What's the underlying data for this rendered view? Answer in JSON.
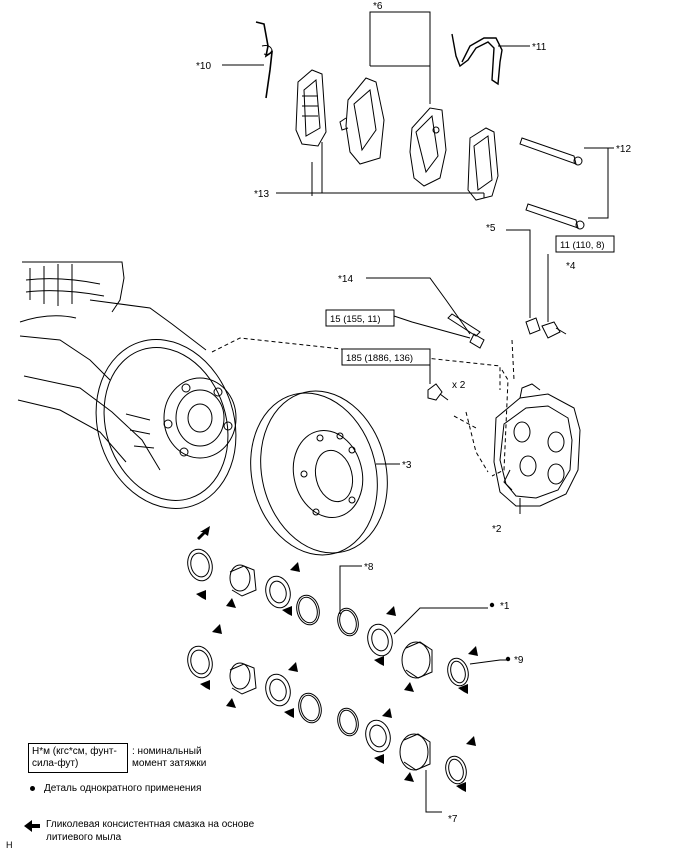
{
  "callouts": {
    "c1": "*1",
    "c2": "*2",
    "c3": "*3",
    "c4": "*4",
    "c5": "*5",
    "c6": "*6",
    "c7": "*7",
    "c8": "*8",
    "c9": "*9",
    "c10": "*10",
    "c11": "*11",
    "c12": "*12",
    "c13": "*13",
    "c14": "*14"
  },
  "torque": {
    "t1": "11 (110, 8)",
    "t2": "15 (155, 11)",
    "t3": "185 (1886, 136)"
  },
  "qty": "x 2",
  "legend": {
    "torque_unit_line1": "Н*м (кгс*см, фунт-",
    "torque_unit_line2": "сила-фут)",
    "torque_desc_line1": ": номинальный",
    "torque_desc_line2": "момент затяжки",
    "single_use": "Деталь однократного применения",
    "grease_line1": "Гликолевая консистентная смазка на основе",
    "grease_line2": "литиевого мыла"
  },
  "corner_mark": "H"
}
